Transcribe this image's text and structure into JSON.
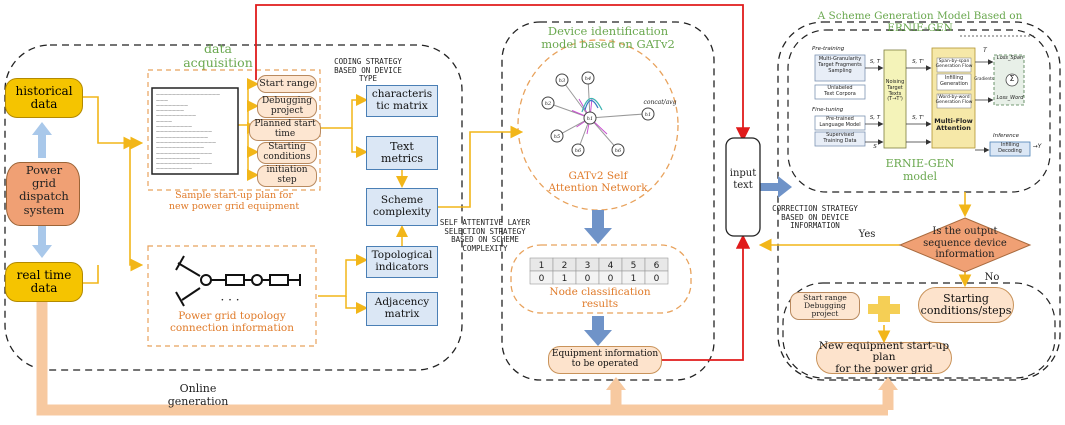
{
  "colors": {
    "yellow_arrow": "#f2b619",
    "red_arrow": "#e01b1b",
    "blue_arrow": "#6f93c8",
    "peach_arrow": "#f7c9a0",
    "box_blue": "#dbe7f5",
    "box_orange": "#fde3cc",
    "dash_orange": "#e8a25c",
    "title_green": "#6aa84f"
  },
  "left": {
    "historical": "historical\ndata",
    "dispatch": "Power\ngrid\ndispatch\nsystem",
    "realtime": "real time\ndata",
    "online": "Online\ngeneration"
  },
  "acquisition": {
    "title": "data\nacquisition",
    "sample_caption": "Sample start-up plan for\nnew power grid equipment",
    "topology_caption": "Power grid topology\nconnection information",
    "dots": "· · ·",
    "pills": [
      "Start range",
      "Debugging\nproject",
      "Planned start\ntime",
      "Starting\nconditions",
      "initiation\nstep"
    ],
    "coding_strategy": "CODING STRATEGY\nBASED ON DEVICE\nTYPE",
    "characteristic": "characteris\ntic matrix",
    "text_metrics": "Text\nmetrics",
    "scheme_complexity": "Scheme\ncomplexity",
    "topological": "Topological\nindicators",
    "adjacency": "Adjacency\nmatrix"
  },
  "self_attentive": "SELF ATTENTIVE LAYER\nSELECTION STRATEGY\nBASED ON SCHEME\nCOMPLEXITY",
  "gat": {
    "title": "Device identification\nmodel based on GATv2",
    "net_caption": "GATv2 Self\nAttention Network",
    "concat": "concat/avg",
    "nodes": [
      "h1",
      "h2",
      "h3",
      "h4",
      "h5",
      "h6"
    ],
    "table_top": [
      "1",
      "2",
      "3",
      "4",
      "5",
      "6"
    ],
    "table_bottom": [
      "0",
      "1",
      "0",
      "0",
      "1",
      "0"
    ],
    "node_results": "Node classification\nresults",
    "equip_info": "Equipment information\nto be operated"
  },
  "input_text": "input\ntext",
  "correction": "CORRECTION STRATEGY\nBASED ON DEVICE\nINFORMATION",
  "ernie": {
    "title": "A Scheme Generation Model Based on\nERNIE-GEN",
    "model_caption": "ERNIE-GEN\nmodel",
    "pretraining": "Pre-training",
    "finetuning": "Fine-tuning",
    "inference": "Inference",
    "multi_gran": "Multi-Granularity\nTarget Fragments\nSampling",
    "unlabeled": "Unlabeled\nText Corpora",
    "pretrained_lm": "Pre-trained\nLanguage Model",
    "supervised": "Supervised\nTraining Data",
    "noising": "Noising\nTarget\nTexts\n(T→T')",
    "span_flow": "Span-by-span\nGeneration Flow",
    "infilling_gen": "Infilling\nGeneration",
    "word_flow": "Word-by-word\nGeneration Flow",
    "multi_flow": "Multi-Flow\nAttention",
    "infilling_dec": "Infilling\nDecoding",
    "loss_span": "Loss_Span",
    "loss_word": "Loss_Word",
    "gradients": "Gradients",
    "sum": "Σ",
    "st1": "S, T",
    "st2": "S, T'",
    "st3": "S, T",
    "st4": "S, T'",
    "s_only": "S",
    "t_label": "T",
    "y_label": "→Y"
  },
  "decision": {
    "question": "Is the output\nsequence device\ninformation",
    "yes": "Yes",
    "no": "No"
  },
  "output": {
    "start_debug": "Start range\nDebugging project",
    "plus": "+",
    "starting_steps": "Starting\nconditions/steps",
    "new_plan": "New equipment start-up plan\nfor the power grid"
  },
  "doc_lines": [
    "————————————————",
    "———",
    "————————",
    "———————",
    "——————————",
    "————",
    "—————————",
    "——————————————",
    "—————————————",
    "———————————————",
    "————————————",
    "——————————————",
    "———————————",
    "——————————————",
    "—————————"
  ]
}
